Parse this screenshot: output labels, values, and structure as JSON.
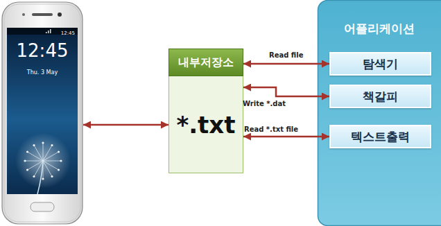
{
  "diagram": {
    "nodes": [
      {
        "text": [
          "12:45",
          "12:45",
          "Thu. 3 May"
        ]
      },
      {
        "text": [
          "내부저장소",
          "*.txt"
        ]
      },
      {
        "text": [
          "어플리케이션"
        ]
      },
      {
        "text": [
          "탐색기"
        ],
        "in": 2
      },
      {
        "text": [
          "책갈피"
        ],
        "in": 2
      },
      {
        "text": [
          "텍스트출력"
        ],
        "in": 2
      }
    ],
    "edges": [
      {
        "from": 0,
        "to": 1,
        "arrow": "both"
      },
      {
        "from": 1,
        "to": 3,
        "arrow": "both",
        "label": "Read file"
      },
      {
        "from": 4,
        "to": 1,
        "arrow": "both",
        "label": "Write *.dat"
      },
      {
        "from": 1,
        "to": 5,
        "arrow": "both",
        "label": "Read *.txt file"
      }
    ]
  }
}
